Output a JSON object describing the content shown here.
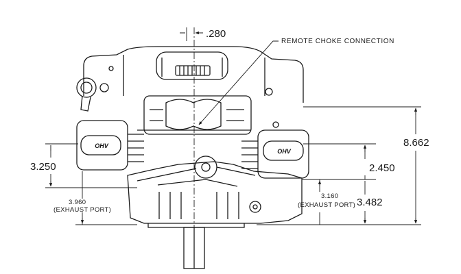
{
  "callouts": {
    "remote_choke": "REMOTE CHOKE CONNECTION"
  },
  "dimensions": {
    "top_offset": ".280",
    "left_height": "3.250",
    "left_exhaust_value": "3.960",
    "left_exhaust_note": "(EXHAUST PORT)",
    "right_height": "2.450",
    "right_exhaust_value": "3.160",
    "right_exhaust_note": "(EXHAUST PORT)",
    "right_base": "3.482",
    "overall_height": "8.662"
  },
  "badges": {
    "left": "OHV",
    "right": "OHV"
  },
  "colors": {
    "line": "#1a1a1a",
    "background": "#ffffff"
  }
}
